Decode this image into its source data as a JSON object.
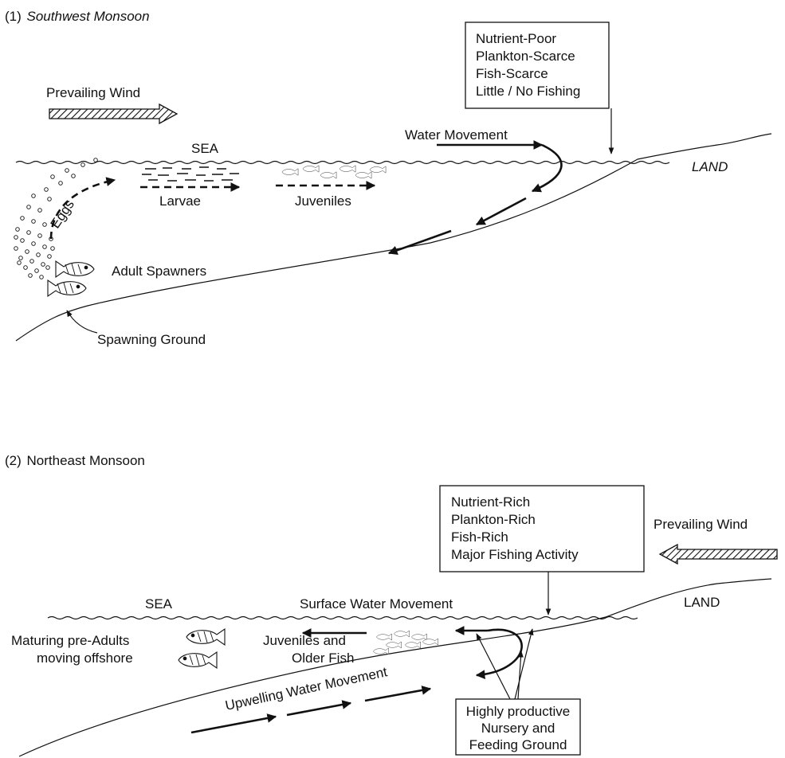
{
  "panel1": {
    "title_number": "(1)",
    "title_text": "Southwest Monsoon",
    "prevailing_wind": "Prevailing Wind",
    "sea": "SEA",
    "land": "LAND",
    "water_movement": "Water Movement",
    "eggs": "Eggs",
    "larvae": "Larvae",
    "juveniles": "Juveniles",
    "adult_spawners": "Adult Spawners",
    "spawning_ground": "Spawning Ground",
    "box_lines": [
      "Nutrient-Poor",
      "Plankton-Scarce",
      "Fish-Scarce",
      "Little / No Fishing"
    ]
  },
  "panel2": {
    "title_number": "(2)",
    "title_text": "Northeast Monsoon",
    "prevailing_wind": "Prevailing Wind",
    "sea": "SEA",
    "land": "LAND",
    "surface_water_movement": "Surface Water Movement",
    "juveniles_line1": "Juveniles and",
    "juveniles_line2": "Older Fish",
    "maturing_line1": "Maturing pre-Adults",
    "maturing_line2": "moving offshore",
    "upwelling": "Upwelling Water Movement",
    "box_lines": [
      "Nutrient-Rich",
      "Plankton-Rich",
      "Fish-Rich",
      "Major Fishing Activity"
    ],
    "nursery_lines": [
      "Highly productive",
      "Nursery and",
      "Feeding Ground"
    ]
  }
}
